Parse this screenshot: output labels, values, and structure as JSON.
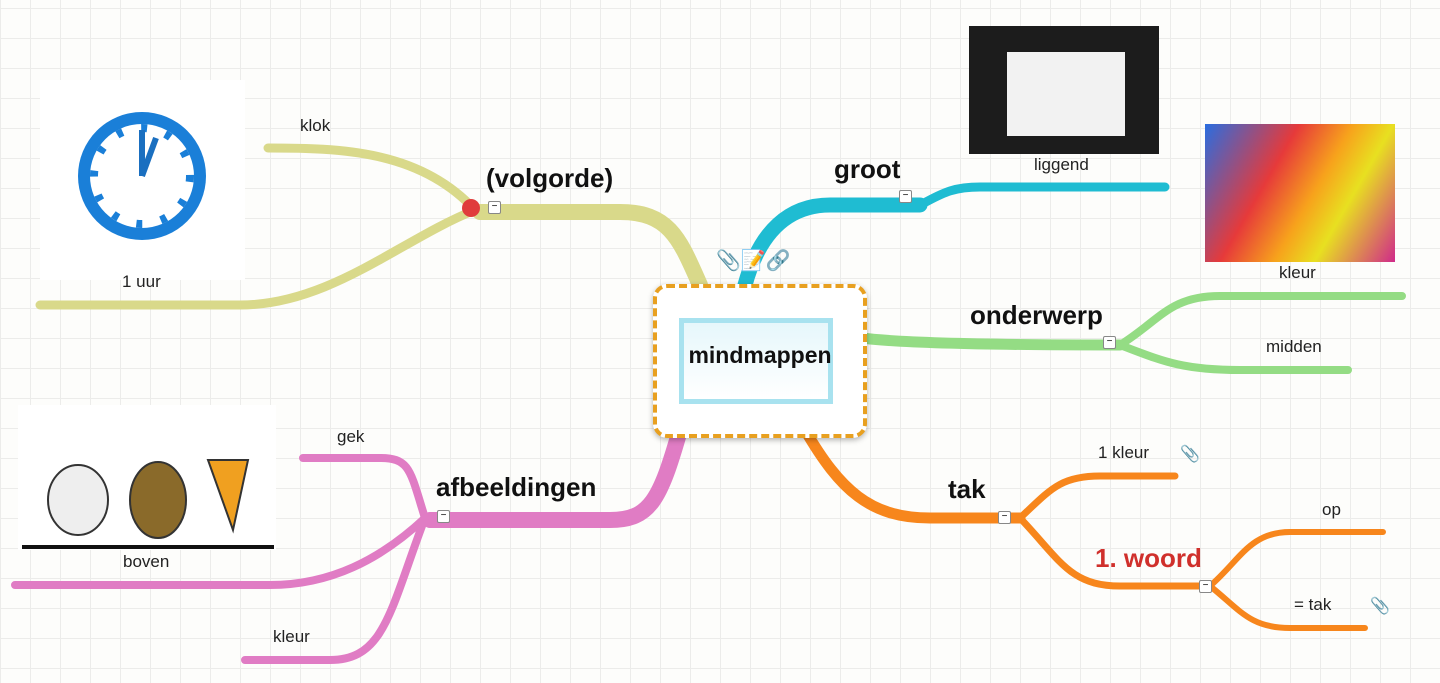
{
  "central": {
    "label": "mindmappen",
    "icons": [
      "paperclip-icon",
      "edit-icon",
      "link-icon"
    ]
  },
  "colors": {
    "volgorde": "#d9d98a",
    "groot": "#1fbcd2",
    "onderwerp": "#94dc84",
    "tak": "#f7861c",
    "afbeeldingen": "#e07cc4",
    "highlight": "#d0302c"
  },
  "branches": {
    "volgorde": {
      "label": "(volgorde)",
      "children": [
        "klok",
        "1 uur"
      ]
    },
    "groot": {
      "label": "groot",
      "children": [
        "liggend"
      ]
    },
    "onderwerp": {
      "label": "onderwerp",
      "children": [
        "kleur",
        "midden"
      ]
    },
    "tak": {
      "label": "tak",
      "children": [
        "1 kleur",
        "1. woord"
      ],
      "sub": [
        "op",
        "= tak"
      ]
    },
    "afbeeldingen": {
      "label": "afbeeldingen",
      "children": [
        "gek",
        "boven",
        "kleur"
      ]
    }
  },
  "toggle": "−"
}
